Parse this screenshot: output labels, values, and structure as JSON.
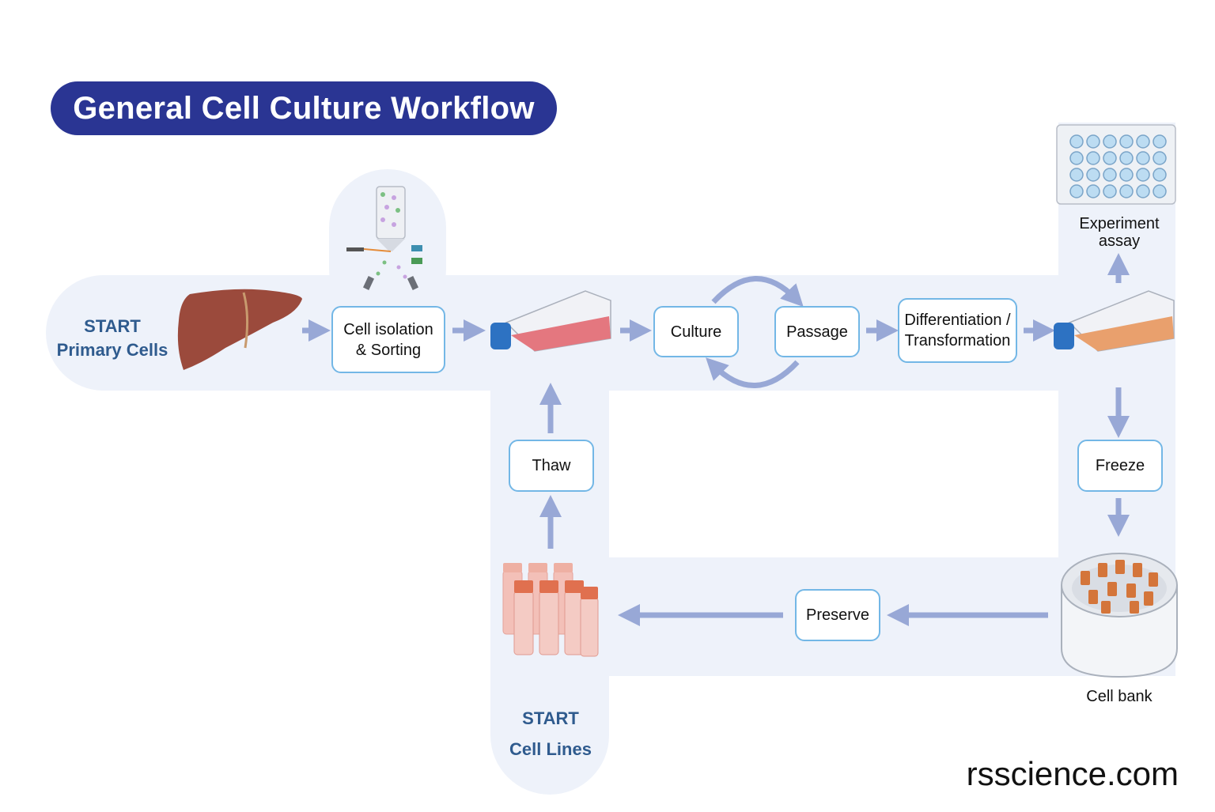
{
  "title": "General Cell Culture Workflow",
  "start_primary": {
    "start": "START",
    "label": "Primary Cells"
  },
  "start_lines": {
    "start": "START",
    "label": "Cell Lines"
  },
  "steps": {
    "isolation_line1": "Cell isolation",
    "isolation_line2": "& Sorting",
    "culture": "Culture",
    "passage": "Passage",
    "diff_line1": "Differentiation /",
    "diff_line2": "Transformation",
    "thaw": "Thaw",
    "freeze": "Freeze",
    "preserve": "Preserve"
  },
  "labels": {
    "experiment_line1": "Experiment",
    "experiment_line2": "assay",
    "cell_bank": "Cell bank"
  },
  "watermark": "rsscience.com",
  "icons": [
    "liver-icon",
    "cell-sorter-icon",
    "flask-pink-icon",
    "flask-orange-icon",
    "well-plate-icon",
    "cryo-vials-icon",
    "cell-bank-icon"
  ],
  "colors": {
    "title_bg": "#2a3593",
    "track_bg": "#eef2fa",
    "box_border": "#73b7e6",
    "arrow": "#98a8d6",
    "start_text": "#2f5b8e"
  }
}
